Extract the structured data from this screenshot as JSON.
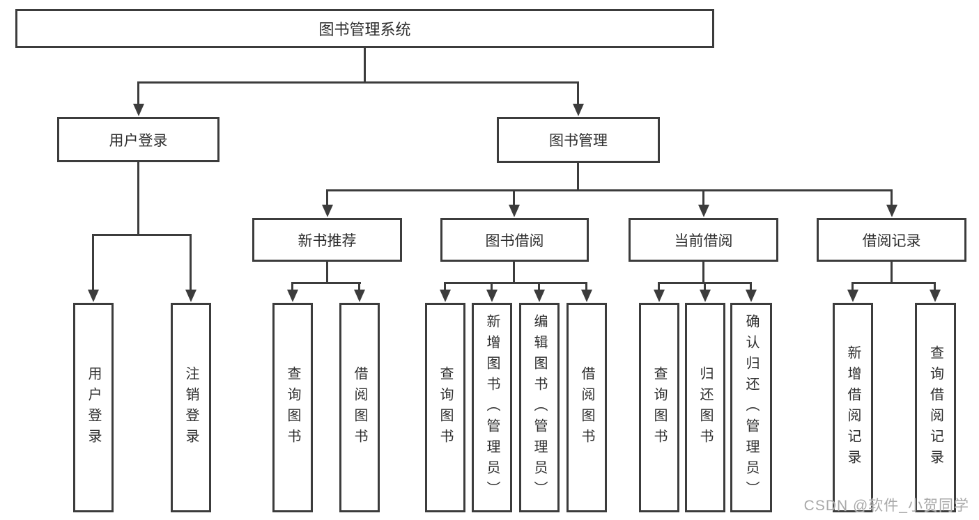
{
  "colors": {
    "line": "#3c3c3c",
    "text": "#2e2e2e",
    "background": "#ffffff",
    "watermark": "#a9a9a9"
  },
  "tree": {
    "label": "图书管理系统",
    "children": [
      {
        "label": "用户登录",
        "children": [
          {
            "label": "用户登录"
          },
          {
            "label": "注销登录"
          }
        ]
      },
      {
        "label": "图书管理",
        "children": [
          {
            "label": "新书推荐",
            "children": [
              {
                "label": "查询图书"
              },
              {
                "label": "借阅图书"
              }
            ]
          },
          {
            "label": "图书借阅",
            "children": [
              {
                "label": "查询图书"
              },
              {
                "label": "新增图书（管理员）"
              },
              {
                "label": "编辑图书（管理员）"
              },
              {
                "label": "借阅图书"
              }
            ]
          },
          {
            "label": "当前借阅",
            "children": [
              {
                "label": "查询图书"
              },
              {
                "label": "归还图书"
              },
              {
                "label": "确认归还（管理员）"
              }
            ]
          },
          {
            "label": "借阅记录",
            "children": [
              {
                "label": "新增借阅记录"
              },
              {
                "label": "查询借阅记录"
              }
            ]
          }
        ]
      }
    ]
  },
  "watermark": {
    "text": "CSDN @软件_小贺同学"
  }
}
